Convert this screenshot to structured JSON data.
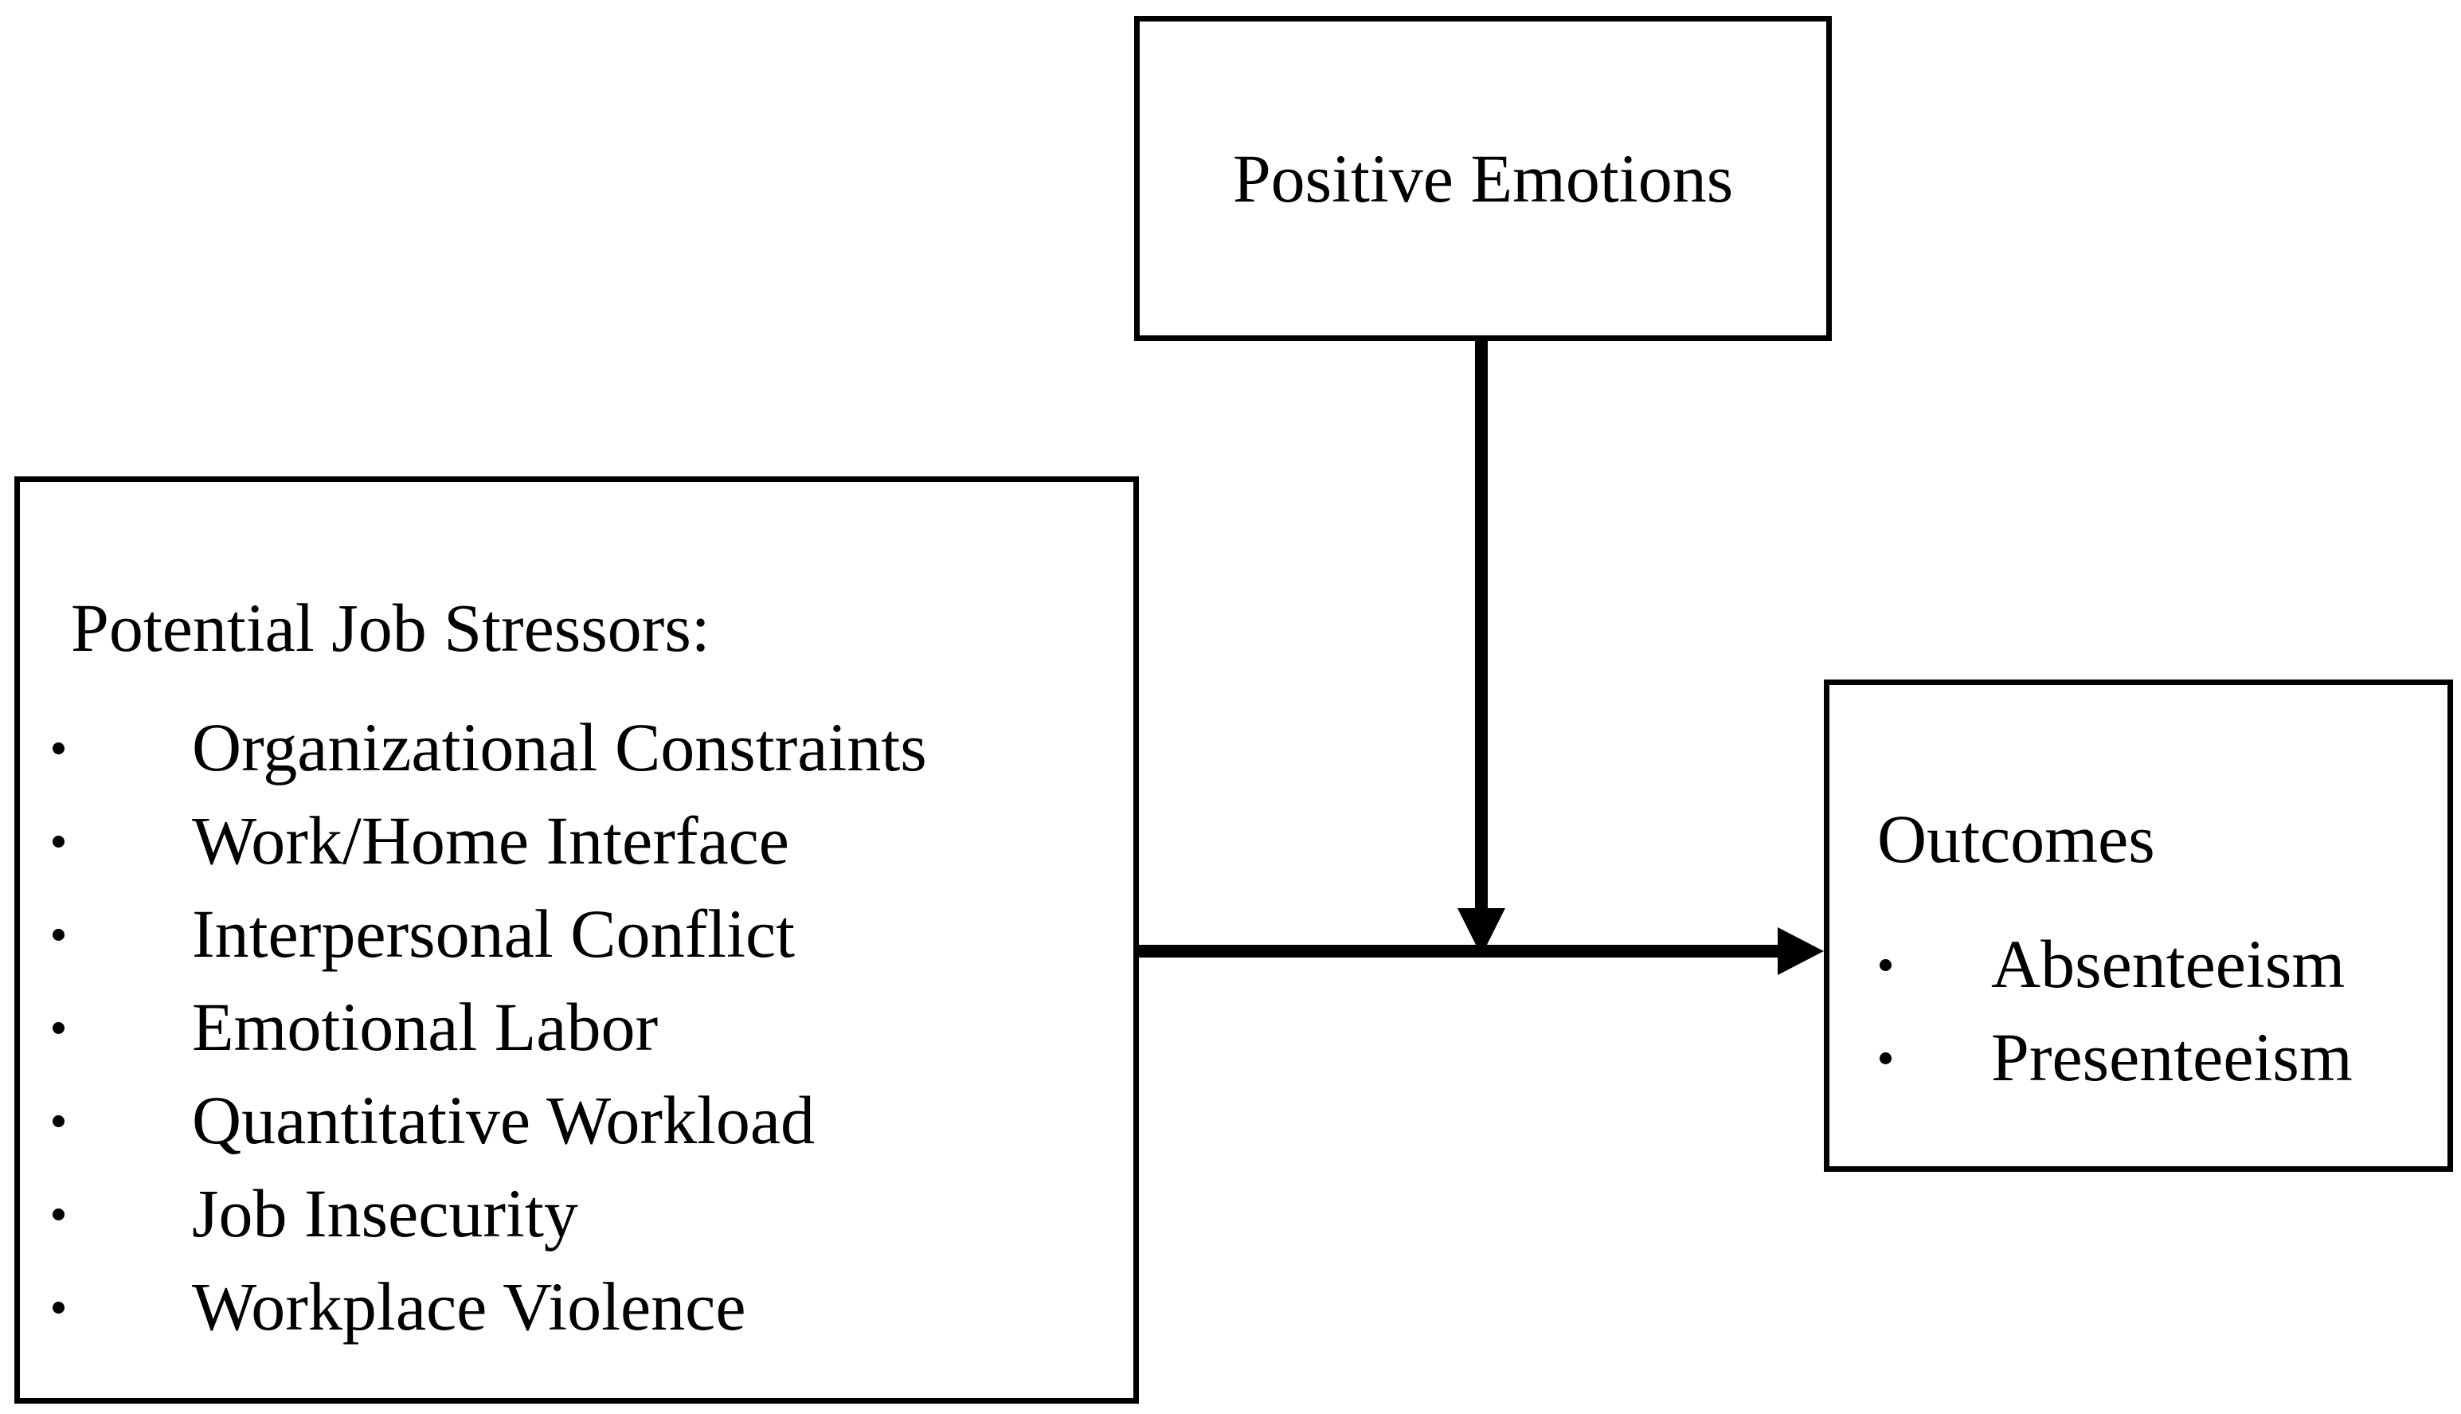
{
  "moderator": {
    "title": "Positive Emotions"
  },
  "stressors": {
    "title": "Potential Job Stressors:",
    "items": [
      "Organizational Constraints",
      "Work/Home Interface",
      "Interpersonal Conflict",
      "Emotional Labor",
      "Quantitative Workload",
      "Job Insecurity",
      "Workplace Violence"
    ]
  },
  "outcomes": {
    "title": "Outcomes",
    "items": [
      "Absenteeism",
      "Presenteeism"
    ]
  },
  "colors": {
    "line": "#000000",
    "background": "#ffffff"
  }
}
